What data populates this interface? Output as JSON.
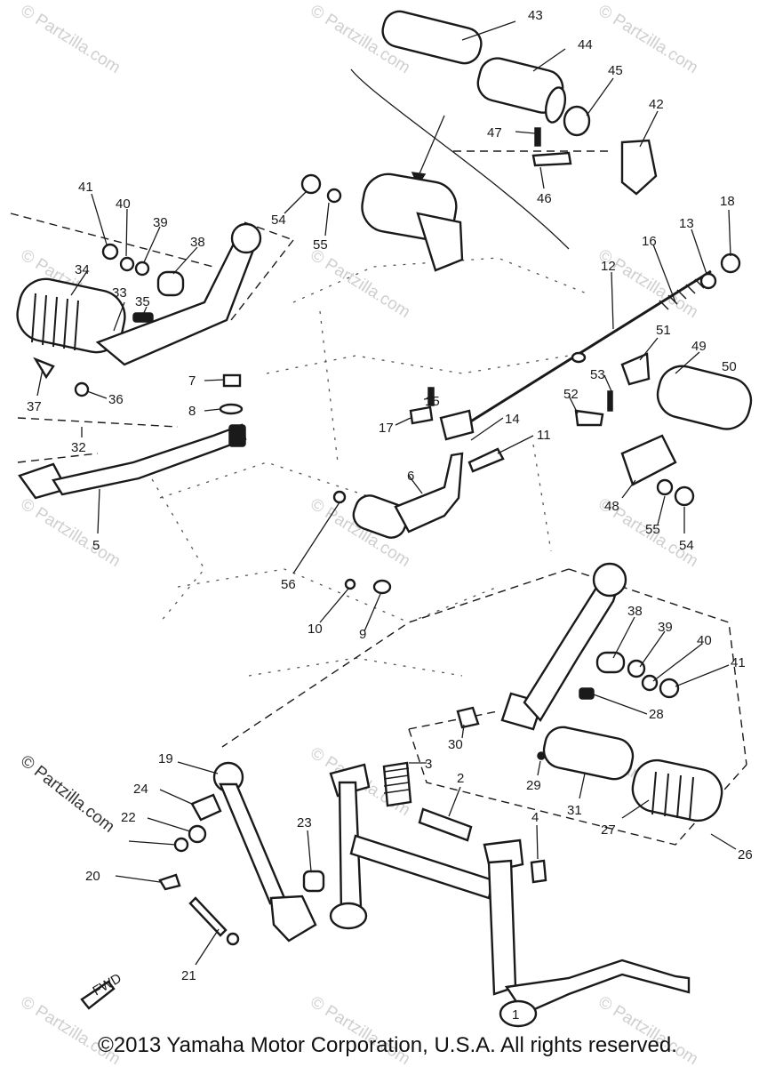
{
  "watermark_text": "© Partzilla.com",
  "side_watermark_text": "© Partzilla.com",
  "copyright": "©2013 Yamaha Motor Corporation, U.S.A. All rights reserved.",
  "fwd_label": "FWD",
  "callouts": [
    "43",
    "44",
    "45",
    "42",
    "47",
    "46",
    "41",
    "40",
    "39",
    "38",
    "54",
    "55",
    "34",
    "33",
    "35",
    "12",
    "16",
    "13",
    "18",
    "51",
    "49",
    "50",
    "37",
    "36",
    "7",
    "8",
    "15",
    "17",
    "14",
    "53",
    "52",
    "11",
    "32",
    "6",
    "48",
    "55",
    "54",
    "5",
    "56",
    "10",
    "9",
    "38",
    "39",
    "40",
    "41",
    "28",
    "30",
    "19",
    "3",
    "2",
    "29",
    "31",
    "24",
    "22",
    "23",
    "27",
    "26",
    "20",
    "4",
    "21",
    "1"
  ]
}
